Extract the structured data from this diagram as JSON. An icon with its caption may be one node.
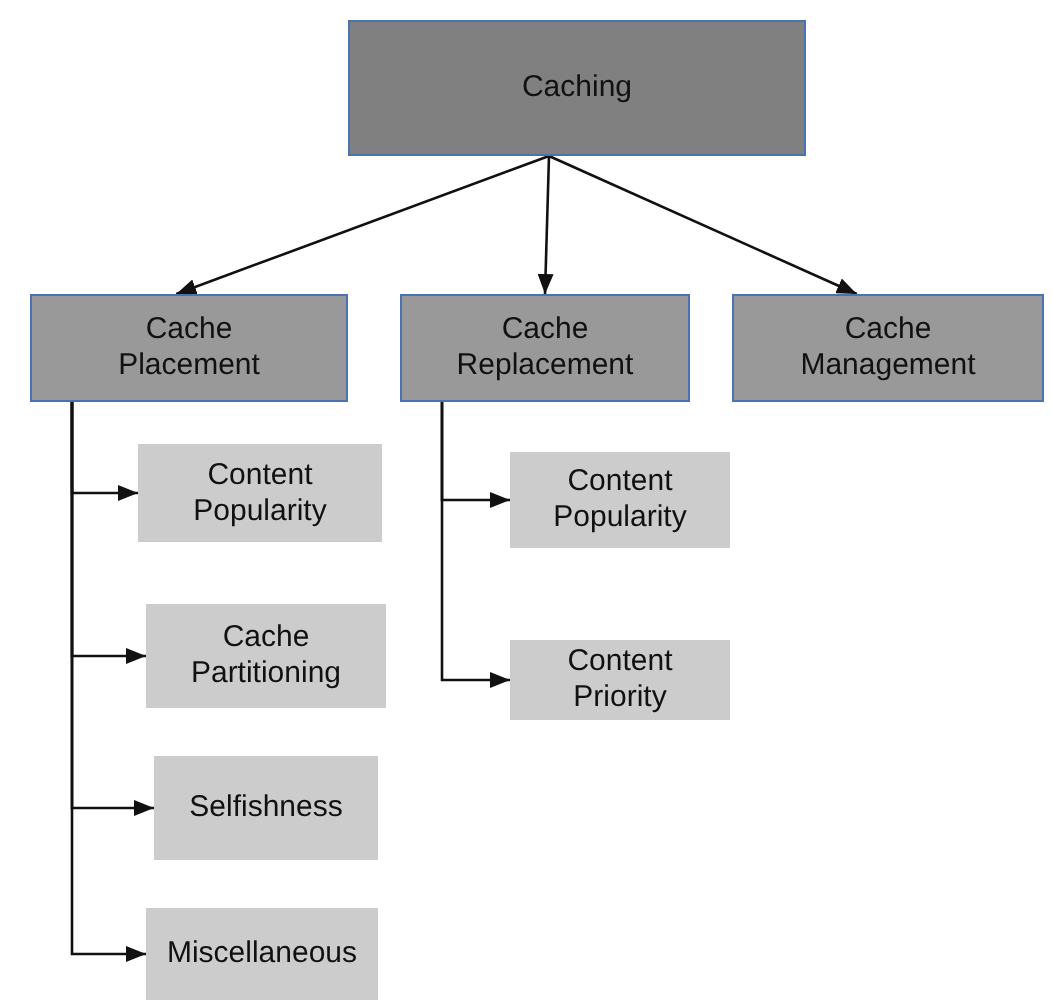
{
  "diagram": {
    "nodes": [
      {
        "text": [
          "Caching"
        ]
      },
      {
        "text": [
          "Cache Placement"
        ]
      },
      {
        "text": [
          "Cache Replacement"
        ]
      },
      {
        "text": [
          "Cache Management"
        ]
      },
      {
        "text": [
          "Content Popularity"
        ]
      },
      {
        "text": [
          "Cache Partitioning"
        ]
      },
      {
        "text": [
          "Selfishness"
        ]
      },
      {
        "text": [
          "Miscellaneous"
        ]
      },
      {
        "text": [
          "Content Popularity"
        ]
      },
      {
        "text": [
          "Content Priority"
        ]
      }
    ],
    "edges": [
      {
        "from": 0,
        "to": 1,
        "arrow": "to"
      },
      {
        "from": 0,
        "to": 2,
        "arrow": "to"
      },
      {
        "from": 0,
        "to": 3,
        "arrow": "to"
      },
      {
        "from": 1,
        "to": 4,
        "arrow": "to"
      },
      {
        "from": 1,
        "to": 5,
        "arrow": "to"
      },
      {
        "from": 1,
        "to": 6,
        "arrow": "to"
      },
      {
        "from": 1,
        "to": 7,
        "arrow": "to"
      },
      {
        "from": 2,
        "to": 8,
        "arrow": "to"
      },
      {
        "from": 2,
        "to": 9,
        "arrow": "to"
      }
    ]
  }
}
